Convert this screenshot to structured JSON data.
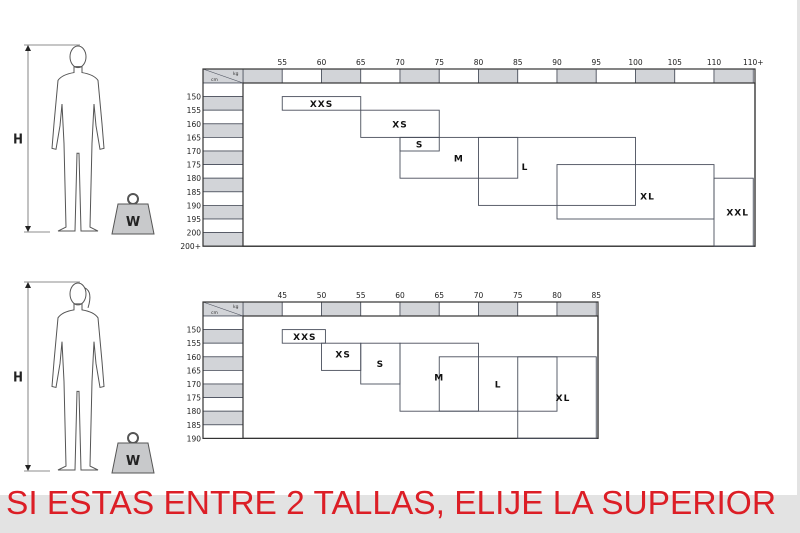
{
  "figures": {
    "height_symbol": "H",
    "weight_symbol": "W"
  },
  "men_chart": {
    "corner_kg": "kg",
    "corner_cm": "cm",
    "kg_start": 50,
    "kg_step": 5,
    "kg_ticks": [
      "55",
      "60",
      "65",
      "70",
      "75",
      "80",
      "85",
      "90",
      "95",
      "100",
      "105",
      "110",
      "110+"
    ],
    "cm_start": 150,
    "cm_ticks": [
      "150",
      "155",
      "160",
      "165",
      "170",
      "175",
      "180",
      "185",
      "190",
      "195",
      "200",
      "200+"
    ],
    "sizes": [
      {
        "label": "XXS",
        "kg": [
          55,
          65
        ],
        "cm": [
          150,
          155
        ]
      },
      {
        "label": "XS",
        "kg": [
          65,
          75
        ],
        "cm": [
          155,
          165
        ]
      },
      {
        "label": "S",
        "kg": [
          70,
          75
        ],
        "cm": [
          165,
          170
        ]
      },
      {
        "label": "M",
        "kg": [
          70,
          85
        ],
        "cm": [
          165,
          180
        ]
      },
      {
        "label": "L",
        "kg": [
          80,
          100
        ],
        "cm": [
          165,
          190
        ]
      },
      {
        "label": "XL",
        "kg": [
          90,
          110
        ],
        "cm": [
          175,
          195
        ]
      },
      {
        "label": "XXL",
        "kg": [
          110,
          115
        ],
        "cm": [
          180,
          205
        ]
      }
    ]
  },
  "women_chart": {
    "corner_kg": "kg",
    "corner_cm": "cm",
    "kg_start": 40,
    "kg_step": 5,
    "kg_ticks": [
      "45",
      "50",
      "55",
      "60",
      "65",
      "70",
      "75",
      "80",
      "85"
    ],
    "cm_start": 150,
    "cm_ticks": [
      "150",
      "155",
      "160",
      "165",
      "170",
      "175",
      "180",
      "185",
      "190"
    ],
    "sizes": [
      {
        "label": "XXS",
        "kg": [
          45,
          50.5
        ],
        "cm": [
          150,
          155
        ]
      },
      {
        "label": "XS",
        "kg": [
          50,
          55
        ],
        "cm": [
          155,
          165
        ]
      },
      {
        "label": "S",
        "kg": [
          55,
          60
        ],
        "cm": [
          155,
          170
        ]
      },
      {
        "label": "M",
        "kg": [
          60,
          70
        ],
        "cm": [
          155,
          180
        ]
      },
      {
        "label": "L",
        "kg": [
          65,
          80
        ],
        "cm": [
          160,
          180
        ]
      },
      {
        "label": "XL",
        "kg": [
          75,
          85
        ],
        "cm": [
          160,
          190
        ]
      }
    ]
  },
  "notice": {
    "text": "SI ESTAS ENTRE 2 TALLAS, ELIJE LA SUPERIOR",
    "color": "#dc1e26"
  }
}
